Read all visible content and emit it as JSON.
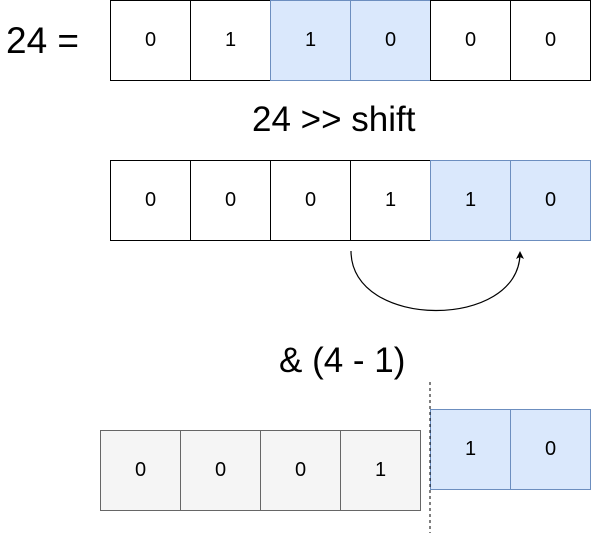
{
  "row1": {
    "label": "24 =",
    "cells": [
      "0",
      "1",
      "1",
      "0",
      "0",
      "0"
    ],
    "highlight": [
      false,
      false,
      true,
      true,
      false,
      false
    ]
  },
  "shift_label": "24 >> shift",
  "row2": {
    "cells": [
      "0",
      "0",
      "0",
      "1",
      "1",
      "0"
    ],
    "highlight": [
      false,
      false,
      false,
      false,
      true,
      true
    ]
  },
  "mask_label": "& (4 - 1)",
  "row3": {
    "discarded_cells": [
      "0",
      "0",
      "0",
      "1"
    ],
    "kept_cells": [
      "1",
      "0"
    ]
  },
  "colors": {
    "highlight_fill": "#dae8fc",
    "highlight_stroke": "#6c8ebf",
    "discarded_fill": "#f5f5f5",
    "discarded_stroke": "#666666"
  }
}
